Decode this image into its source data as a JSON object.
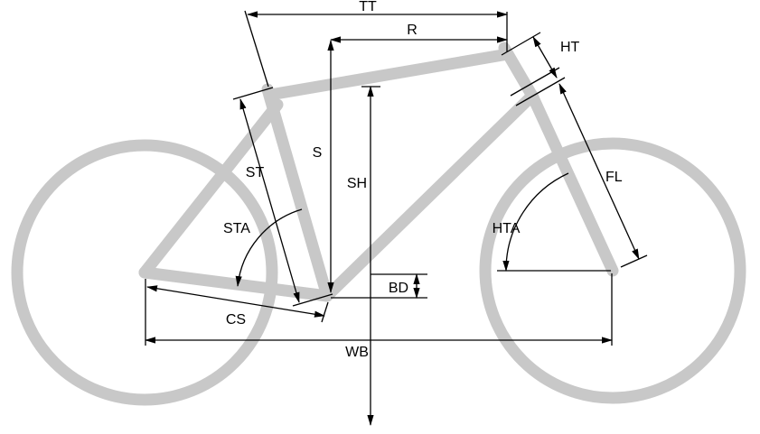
{
  "diagram": {
    "colors": {
      "frame": "#c8c8c8",
      "dimension": "#000000",
      "background": "#ffffff"
    },
    "labels": {
      "tt": "TT",
      "r": "R",
      "ht": "HT",
      "fl": "FL",
      "st": "ST",
      "s": "S",
      "sh": "SH",
      "sta": "STA",
      "hta": "HTA",
      "bd": "BD",
      "cs": "CS",
      "wb": "WB"
    }
  }
}
